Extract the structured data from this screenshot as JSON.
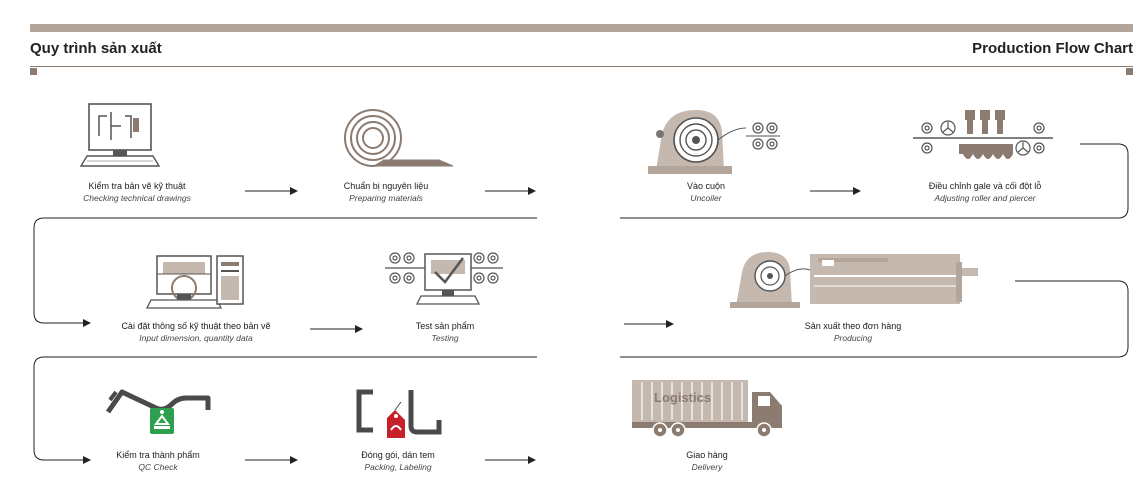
{
  "header": {
    "title_vi": "Quy trình sản xuất",
    "title_en": "Production Flow Chart"
  },
  "steps": [
    {
      "vi": "Kiểm tra bản vẽ kỹ thuật",
      "en": "Checking technical drawings"
    },
    {
      "vi": "Chuẩn bị nguyên liệu",
      "en": "Preparing materials"
    },
    {
      "vi": "Vào cuộn",
      "en": "Uncoiler"
    },
    {
      "vi": "Điều chỉnh gale và cối đột lỗ",
      "en": "Adjusting roller and piercer"
    },
    {
      "vi": "Cài đặt thông số kỹ thuật theo bản vẽ",
      "en": "Input dimension, quantity  data"
    },
    {
      "vi": "Test sản phẩm",
      "en": "Testing"
    },
    {
      "vi": "Sản xuất theo đơn hàng",
      "en": "Producing"
    },
    {
      "vi": "Kiểm tra thành phẩm",
      "en": "QC Check"
    },
    {
      "vi": "Đóng gói, dán tem",
      "en": "Packing, Labeling"
    },
    {
      "vi": "Giao hàng",
      "en": "Delivery"
    }
  ],
  "truck": {
    "cargo_label": "Logistics"
  },
  "colors": {
    "brown": "#8c7b70",
    "light": "#b3a59a",
    "dark": "#4a4a4a",
    "green": "#2e9e4f",
    "red": "#c8202a"
  },
  "icons": [
    "computer-drawing-icon",
    "coil-icon",
    "uncoiler-icon",
    "roller-piercer-icon",
    "computer-setup-icon",
    "testing-icon",
    "production-machine-icon",
    "profile-tag-icon",
    "profile-label-icon",
    "truck-icon"
  ]
}
